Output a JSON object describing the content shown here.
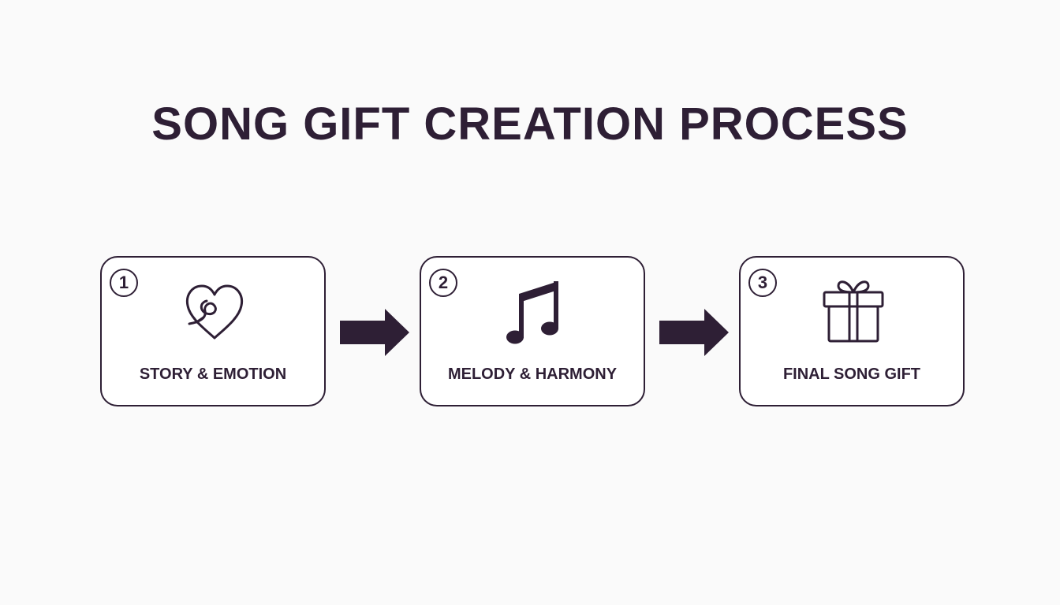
{
  "title": "SONG GIFT CREATION PROCESS",
  "colors": {
    "ink": "#2e1f35",
    "background": "#fafafa",
    "card": "#ffffff"
  },
  "steps": [
    {
      "number": "1",
      "label": "STORY & EMOTION",
      "icon": "heart-icon"
    },
    {
      "number": "2",
      "label": "MELODY & HARMONY",
      "icon": "music-note-icon"
    },
    {
      "number": "3",
      "label": "FINAL SONG GIFT",
      "icon": "gift-icon"
    }
  ],
  "connectors": [
    "arrow-right-icon",
    "arrow-right-icon"
  ]
}
